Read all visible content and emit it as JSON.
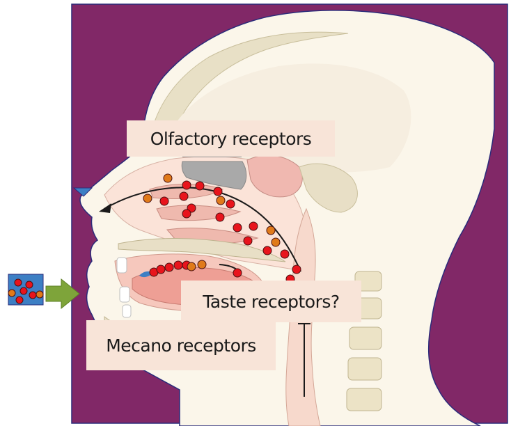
{
  "labels": {
    "olfactory": "Olfactory receptors",
    "taste": "Taste receptors?",
    "mecano": "Mecano receptors"
  },
  "colors": {
    "background_panel": "#812867",
    "particle_red": "#e8141c",
    "particle_orange": "#e07a1a",
    "arrow_green": "#7ea43a",
    "food_box": "#3d7fc4",
    "label_fill": "#f8e4d8"
  },
  "icons": {
    "food-sample": "food-particles-icon",
    "entry-arrow": "green-arrow-right-icon"
  }
}
